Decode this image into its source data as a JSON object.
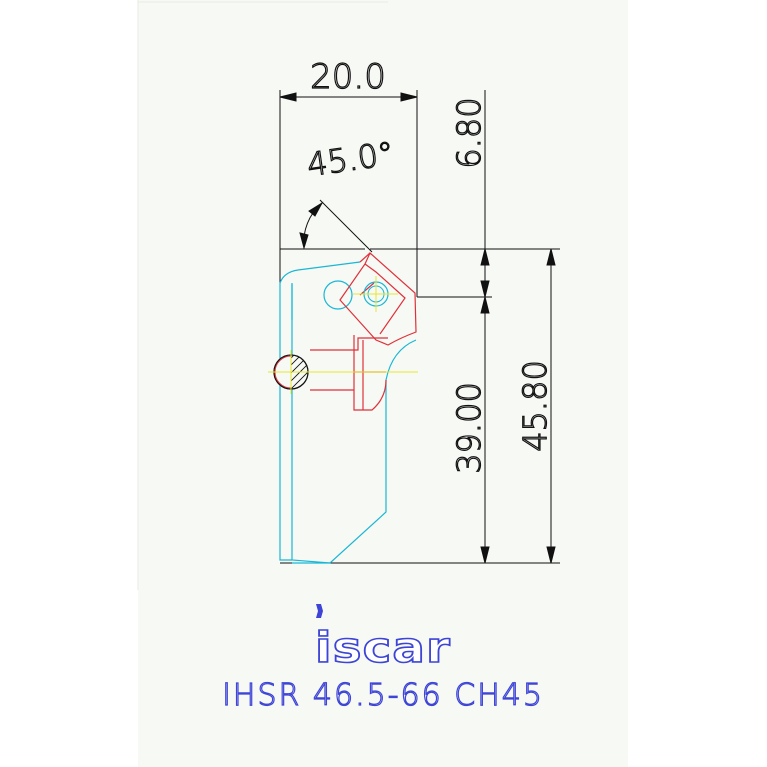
{
  "drawing": {
    "dimensions": {
      "width_top": "20.0",
      "angle": "45.0°",
      "height_insert": "6.80",
      "height_shank": "39.00",
      "height_total": "45.80"
    },
    "logo_text": "iscar",
    "caption": "IHSR 46.5-66 CH45"
  },
  "colors": {
    "background": "#ffffff",
    "sheet": "#f7f9f4",
    "dimension_line": "#111111",
    "holder_outline": "#19b7d6",
    "insert_outline": "#e0303a",
    "center_line": "#e6e62e",
    "logo": "#3d44d6",
    "caption": "#3d44d6"
  }
}
